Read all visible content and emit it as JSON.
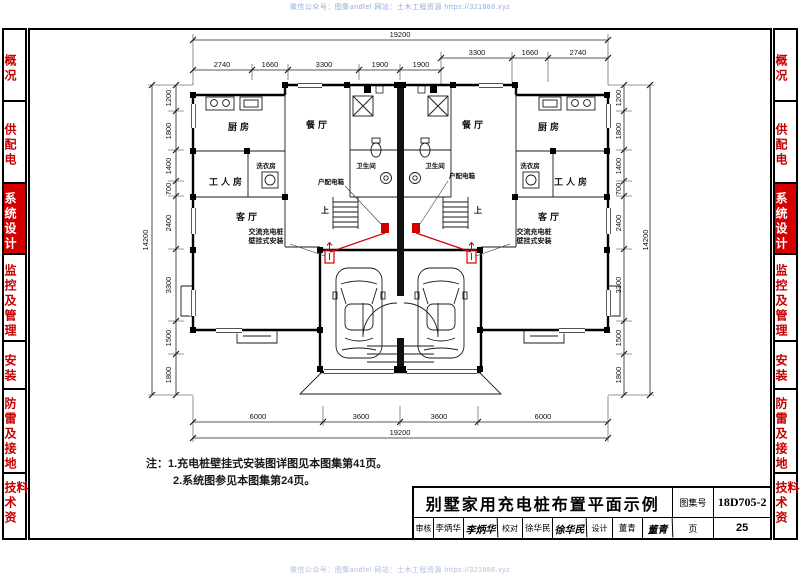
{
  "watermark": {
    "top": "微信公众号：图集andfel  网站：土木工程资源 https://321886.xyz",
    "bottom": "微信公众号：图集andfel  网站：土木工程资源 https://321886.xyz"
  },
  "sidebar": {
    "items": [
      "概况",
      "供配电",
      "系统设计",
      "监控及管理",
      "安装",
      "防雷及接地",
      "技术资料"
    ],
    "active_item": "系统设计"
  },
  "colors": {
    "tab_red": "#c40000",
    "active_tab_bg": "#d40000",
    "wire_red": "#d40000",
    "watermark_blue": "#94a9da"
  },
  "plan": {
    "rooms": {
      "dining": "餐厅",
      "kitchen": "厨房",
      "laundry": "洗衣房",
      "maid": "工人房",
      "living": "客厅",
      "bath": "卫生间",
      "dist_box": "户配电箱",
      "up": "上"
    },
    "charger_label": {
      "line1": "交流充电桩",
      "line2": "壁挂式安装"
    },
    "dims": {
      "top_overall": "19200",
      "top_left": [
        "2740",
        "1660",
        "3300",
        "1900",
        "1900"
      ],
      "top_right": [
        "3300",
        "1660",
        "2740"
      ],
      "bottom": [
        "6000",
        "3600",
        "3600",
        "6000"
      ],
      "bottom_overall": "19200",
      "side": [
        "1200",
        "1800",
        "1400",
        "700",
        "2400",
        "3300",
        "1500",
        "1800"
      ],
      "side_overall": "14200"
    }
  },
  "notes": {
    "heading": "注：",
    "line1": "1.充电桩壁挂式安装图详图见本图集第41页。",
    "line2": "2.系统图参见本图集第24页。"
  },
  "title_block": {
    "title": "别墅家用充电桩布置平面示例",
    "atlas_label": "图集号",
    "atlas_number": "18D705-2",
    "page_label": "页",
    "page_number": "25",
    "approve_label": "审核",
    "approver": "李炳华",
    "approver_sig": "李炳华",
    "check_label": "校对",
    "checker": "徐华民",
    "checker_sig": "徐华民",
    "design_label": "设计",
    "designer": "董青",
    "designer_sig": "董青"
  }
}
